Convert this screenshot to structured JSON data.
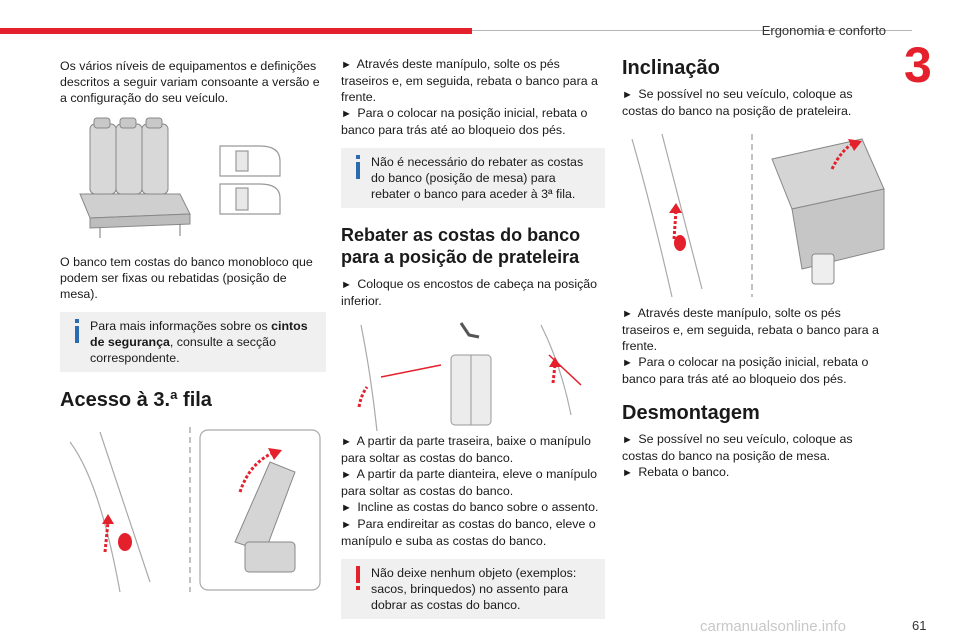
{
  "header": {
    "section": "Ergonomia e conforto",
    "chapter_number": "3",
    "accent_color": "#e3202b"
  },
  "col1": {
    "intro": "Os vários níveis de equipamentos e definições descritos a seguir variam consoante a versão e a configuração do seu veículo.",
    "bench_text": "O banco tem costas do banco monobloco que podem ser fixas ou rebatidas (posição de mesa).",
    "note1": {
      "before": "Para mais informações sobre os ",
      "bold": "cintos de segurança",
      "after": ", consulte a secção correspondente."
    },
    "heading": "Acesso à 3.ª fila"
  },
  "col2": {
    "step1": "Através deste manípulo, solte os pés traseiros e, em seguida, rebata o banco para a frente.",
    "step2": "Para o colocar na posição inicial, rebata o banco para trás até ao bloqueio dos pés.",
    "note2": "Não é necessário do rebater as costas do banco (posição de mesa) para rebater o banco para aceder à 3ª fila.",
    "heading": "Rebater as costas do banco para a posição de prateleira",
    "step3": "Coloque os encostos de cabeça na posição inferior.",
    "step4": "A partir da parte traseira, baixe o manípulo para soltar as costas do banco.",
    "step5": "A partir da parte dianteira, eleve o manípulo para soltar as costas do banco.",
    "step6": "Incline as costas do banco sobre o assento.",
    "step7": "Para endireitar as costas do banco, eleve o manípulo e suba as costas do banco.",
    "warning": "Não deixe nenhum objeto (exemplos: sacos, brinquedos) no assento para dobrar as costas do banco."
  },
  "col3": {
    "heading1": "Inclinação",
    "step1": "Se possível no seu veículo, coloque as costas do banco na posição de prateleira.",
    "step2": "Através deste manípulo, solte os pés traseiros e, em seguida, rebata o banco para a frente.",
    "step3": "Para o colocar na posição inicial, rebata o banco para trás até ao bloqueio dos pés.",
    "heading2": "Desmontagem",
    "step4": "Se possível no seu veículo, coloque as costas do banco na posição de mesa.",
    "step5": "Rebata o banco."
  },
  "bullet": "►",
  "footer": {
    "page_number": "61",
    "watermark": "carmanualsonline.info"
  }
}
